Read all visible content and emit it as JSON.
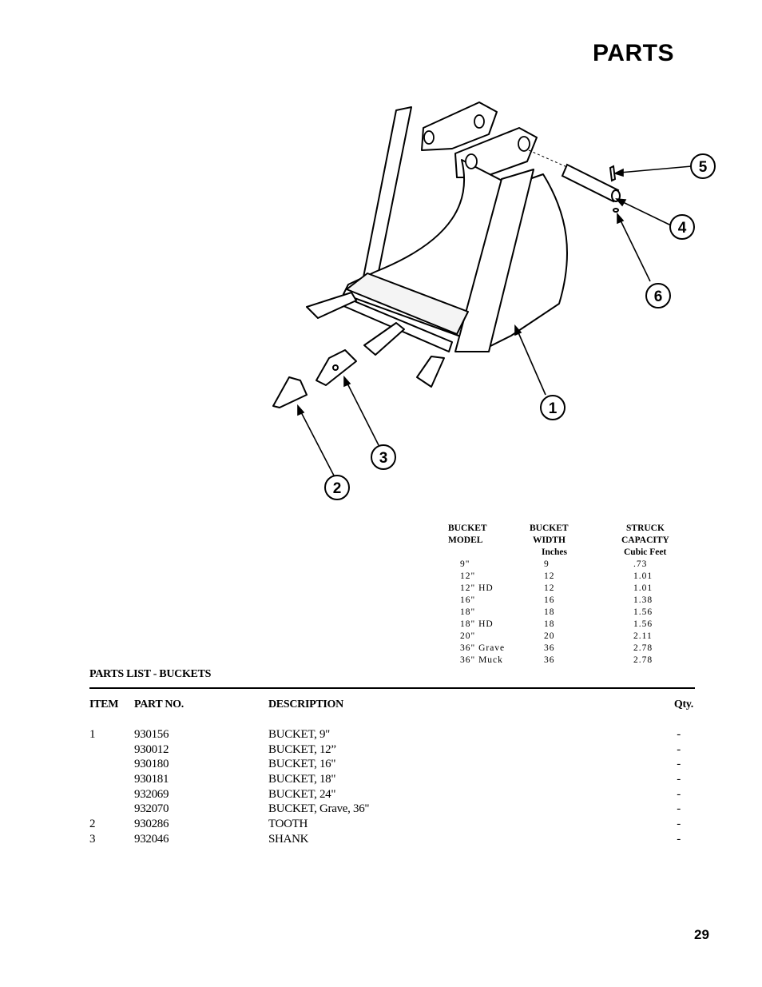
{
  "page": {
    "title": "PARTS",
    "number": "29"
  },
  "diagram": {
    "callouts": [
      "1",
      "2",
      "3",
      "4",
      "5",
      "6"
    ]
  },
  "capacity_table": {
    "headers": {
      "model": [
        "BUCKET",
        "MODEL"
      ],
      "width": [
        "BUCKET",
        "WIDTH",
        "Inches"
      ],
      "capacity": [
        "STRUCK",
        "CAPACITY",
        "Cubic Feet"
      ]
    },
    "rows": [
      {
        "model": "9\"",
        "width": "9",
        "capacity": ".73"
      },
      {
        "model": "12\"",
        "width": "12",
        "capacity": "1.01"
      },
      {
        "model": "12\" HD",
        "width": "12",
        "capacity": "1.01"
      },
      {
        "model": "16\"",
        "width": "16",
        "capacity": "1.38"
      },
      {
        "model": "18\"",
        "width": "18",
        "capacity": "1.56"
      },
      {
        "model": "18\" HD",
        "width": "18",
        "capacity": "1.56"
      },
      {
        "model": "20\"",
        "width": "20",
        "capacity": "2.11"
      },
      {
        "model": "36\" Grave",
        "width": "36",
        "capacity": "2.78"
      },
      {
        "model": "36\" Muck",
        "width": "36",
        "capacity": "2.78"
      }
    ]
  },
  "parts_list": {
    "heading": "PARTS LIST - BUCKETS",
    "columns": {
      "item": "ITEM",
      "part_no": "PART NO.",
      "description": "DESCRIPTION",
      "qty": "Qty."
    },
    "rows": [
      {
        "item": "1",
        "part_no": "930156",
        "description": "BUCKET, 9\"",
        "qty": "-"
      },
      {
        "item": "",
        "part_no": "930012",
        "description": "BUCKET, 12”",
        "qty": "-"
      },
      {
        "item": "",
        "part_no": "930180",
        "description": "BUCKET, 16\"",
        "qty": "-"
      },
      {
        "item": "",
        "part_no": "930181",
        "description": "BUCKET, 18\"",
        "qty": "-"
      },
      {
        "item": "",
        "part_no": "932069",
        "description": "BUCKET, 24\"",
        "qty": "-"
      },
      {
        "item": "",
        "part_no": "932070",
        "description": "BUCKET, Grave, 36\"",
        "qty": "-"
      },
      {
        "item": "2",
        "part_no": "930286",
        "description": "TOOTH",
        "qty": "-"
      },
      {
        "item": "3",
        "part_no": "932046",
        "description": "SHANK",
        "qty": "-"
      }
    ]
  }
}
